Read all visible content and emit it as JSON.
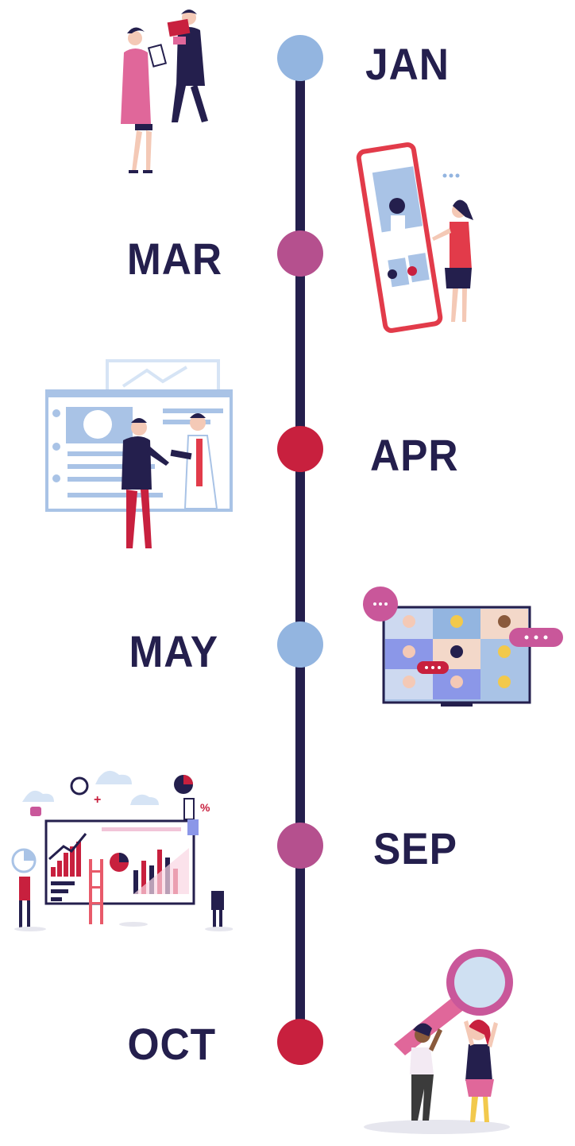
{
  "timeline": {
    "axis_color": "#241f4d",
    "milestones": [
      {
        "month": "JAN",
        "dot_color": "#93b5e0",
        "label_side": "right",
        "illustration": "two-people-with-clipboard-and-folder-illustration"
      },
      {
        "month": "MAR",
        "dot_color": "#b5508e",
        "label_side": "left",
        "illustration": "woman-at-giant-smartphone-video-call-illustration"
      },
      {
        "month": "APR",
        "dot_color": "#c8203e",
        "label_side": "right",
        "illustration": "two-men-at-web-dashboard-illustration"
      },
      {
        "month": "MAY",
        "dot_color": "#93b5e0",
        "label_side": "left",
        "illustration": "video-conference-grid-screen-illustration"
      },
      {
        "month": "SEP",
        "dot_color": "#b5508e",
        "label_side": "right",
        "illustration": "team-analytics-board-illustration"
      },
      {
        "month": "OCT",
        "dot_color": "#c8203e",
        "label_side": "left",
        "illustration": "two-women-holding-magnifier-illustration"
      }
    ]
  }
}
